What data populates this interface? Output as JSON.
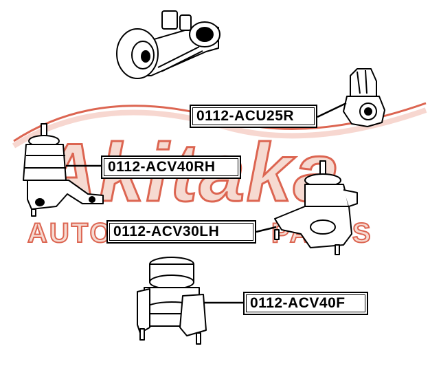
{
  "watermark": {
    "brand": "Akitaka",
    "line": "AUTO PARTS",
    "color_outline": "#d9553f",
    "color_fill": "#f6d6cd"
  },
  "parts": [
    {
      "id": "acu25r",
      "label": "0112-ACU25R"
    },
    {
      "id": "acv40rh",
      "label": "0112-ACV40RH"
    },
    {
      "id": "acv30lh",
      "label": "0112-ACV30LH"
    },
    {
      "id": "acv40f",
      "label": "0112-ACV40F"
    }
  ]
}
